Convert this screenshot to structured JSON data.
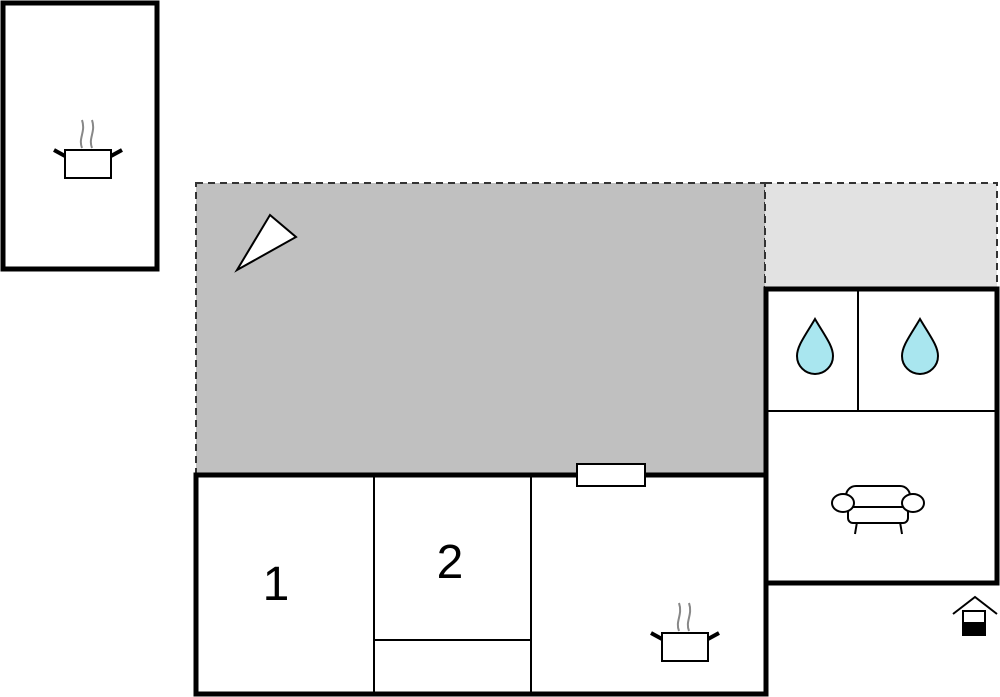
{
  "floorplan": {
    "rooms": [
      {
        "id": "bedroom-1",
        "label": "1"
      },
      {
        "id": "bedroom-2",
        "label": "2"
      }
    ],
    "icons": [
      {
        "room": "outdoor-kitchen",
        "icon": "cooking-pot-icon"
      },
      {
        "room": "terrace",
        "icon": "compass-direction-icon"
      },
      {
        "room": "bathroom-left",
        "icon": "water-drop-icon"
      },
      {
        "room": "bathroom-right",
        "icon": "water-drop-icon"
      },
      {
        "room": "living-room",
        "icon": "sofa-icon"
      },
      {
        "room": "kitchen",
        "icon": "cooking-pot-icon"
      },
      {
        "room": "entrance",
        "icon": "entrance-house-icon"
      }
    ],
    "colors": {
      "terrace": "#c0c0c0",
      "covered_area": "#e2e2e2",
      "water": "#a9e6ef",
      "wall": "#000000"
    }
  }
}
